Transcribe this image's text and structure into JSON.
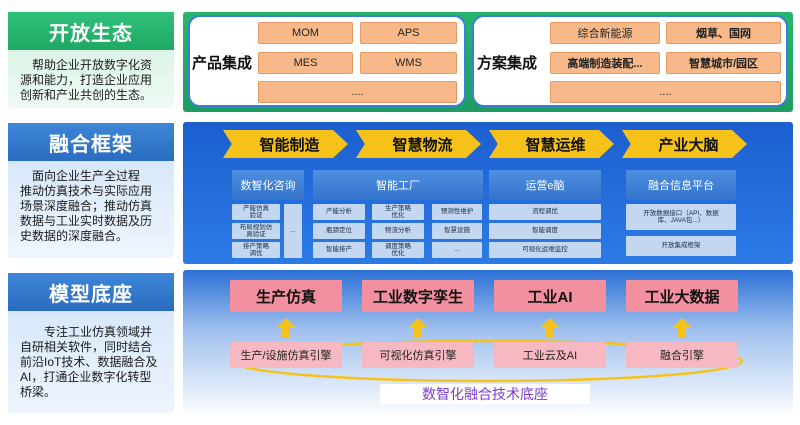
{
  "left": {
    "eco": {
      "title": "开放生态",
      "lines": [
        "帮助企业开放数字化资",
        "源和能力，打造企业应用",
        "创新和产业共创的生态。"
      ]
    },
    "framework": {
      "title": "融合框架",
      "lines": [
        "面向企业生产全过程",
        "推动仿真技术与实际应用",
        "场景深度融合；推动仿真",
        "数据与工业实时数据及历",
        "史数据的深度融合。"
      ]
    },
    "base": {
      "title": "模型底座",
      "lines": [
        "专注工业仿真领域并",
        "自研相关软件，同时结合",
        "前沿IoT技术、数据融合及",
        "AI，打通企业数字化转型",
        "桥梁。"
      ]
    }
  },
  "eco_panel": {
    "product": {
      "label": "产品集成",
      "items": [
        "MOM",
        "APS",
        "MES",
        "WMS",
        "...."
      ]
    },
    "solution": {
      "label": "方案集成",
      "items": [
        "综合新能源",
        "烟草、国网",
        "高端制造装配...",
        "智慧城市/园区",
        "...."
      ]
    }
  },
  "framework_panel": {
    "chevrons": [
      "智能制造",
      "智慧物流",
      "智慧运维",
      "产业大脑"
    ],
    "blue": [
      "数智化咨询",
      "智能工厂",
      "运营e脑",
      "融合信息平台"
    ],
    "c1": [
      "产能仿真验证",
      "布局规划仿真验证",
      "排产策略调优",
      "..."
    ],
    "c2": [
      "产能分析",
      "生产策略优化",
      "预测性维护",
      "瓶颈定位",
      "物流分析",
      "智慧设施",
      "智能排产",
      "调度策略优化",
      "..."
    ],
    "c3": [
      "流程调优",
      "智能调度",
      "可视化运维监控"
    ],
    "c4": [
      "开放数据接口（API、数据库、JAVA包...）",
      "开放集成框架"
    ]
  },
  "base_panel": {
    "top": [
      "生产仿真",
      "工业数字孪生",
      "工业AI",
      "工业大数据"
    ],
    "bottom": [
      "生产/设施仿真引擎",
      "可视化仿真引擎",
      "工业云及AI",
      "融合引擎"
    ],
    "foundation": "数智化融合技术底座"
  },
  "colors": {
    "green": "#22a866",
    "blue": "#2c6fd6",
    "yellow": "#f6c21a",
    "pink": "#f3909f",
    "orange": "#f8b98a"
  }
}
